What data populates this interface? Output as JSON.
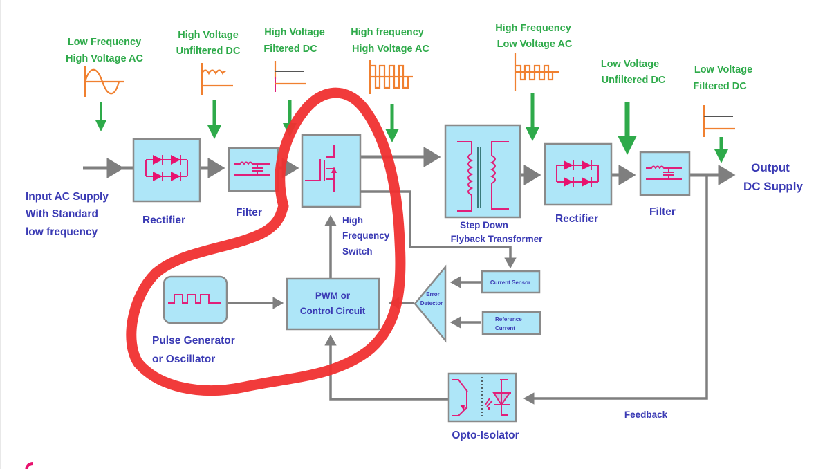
{
  "diagram": {
    "type": "SMPS block diagram",
    "signal_labels": [
      {
        "line1": "Low Frequency",
        "line2": "High Voltage AC",
        "waveform": "sine-wave-icon"
      },
      {
        "line1": "High Voltage",
        "line2": "Unfiltered DC",
        "waveform": "rippled-dc-icon"
      },
      {
        "line1": "High Voltage",
        "line2": "Filtered DC",
        "waveform": "flat-dc-icon"
      },
      {
        "line1": "High frequency",
        "line2": "High Voltage AC",
        "waveform": "square-wave-icon"
      },
      {
        "line1": "High Frequency",
        "line2": "Low Voltage AC",
        "waveform": "small-square-wave-icon"
      },
      {
        "line1": "Low Voltage",
        "line2": "Unfiltered DC",
        "waveform": ""
      },
      {
        "line1": "Low Voltage",
        "line2": "Filtered DC",
        "waveform": "flat-dc-icon"
      }
    ],
    "input_label": [
      "Input AC Supply",
      "With Standard",
      "low frequency"
    ],
    "output_label": [
      "Output",
      "DC Supply"
    ],
    "blocks": {
      "rectifier1": "Rectifier",
      "filter1": "Filter",
      "switch": [
        "High",
        "Frequency",
        "Switch"
      ],
      "transformer": [
        "Step Down",
        "Flyback Transformer"
      ],
      "rectifier2": "Rectifier",
      "filter2": "Filter",
      "pwm": [
        "PWM or",
        "Control Circuit"
      ],
      "pulse_generator": [
        "Pulse Generator",
        "or Oscillator"
      ],
      "error_detector": [
        "Error",
        "Detector"
      ],
      "current_sensor": "Current Sensor",
      "reference_current": [
        "Reference",
        "Current"
      ],
      "opto_isolator": "Opto-Isolator"
    },
    "feedback_label": "Feedback",
    "highlight": {
      "color": "#f03030",
      "encloses": [
        "High Frequency Switch",
        "PWM or Control Circuit",
        "Pulse Generator or Oscillator"
      ]
    },
    "colors": {
      "block_fill": "#aee6f8",
      "wire": "#7f7f7f",
      "symbol": "#e0207a",
      "waveform": "#f08030",
      "signal_text": "#2eaa4a",
      "label_text": "#3a3ab4"
    }
  }
}
